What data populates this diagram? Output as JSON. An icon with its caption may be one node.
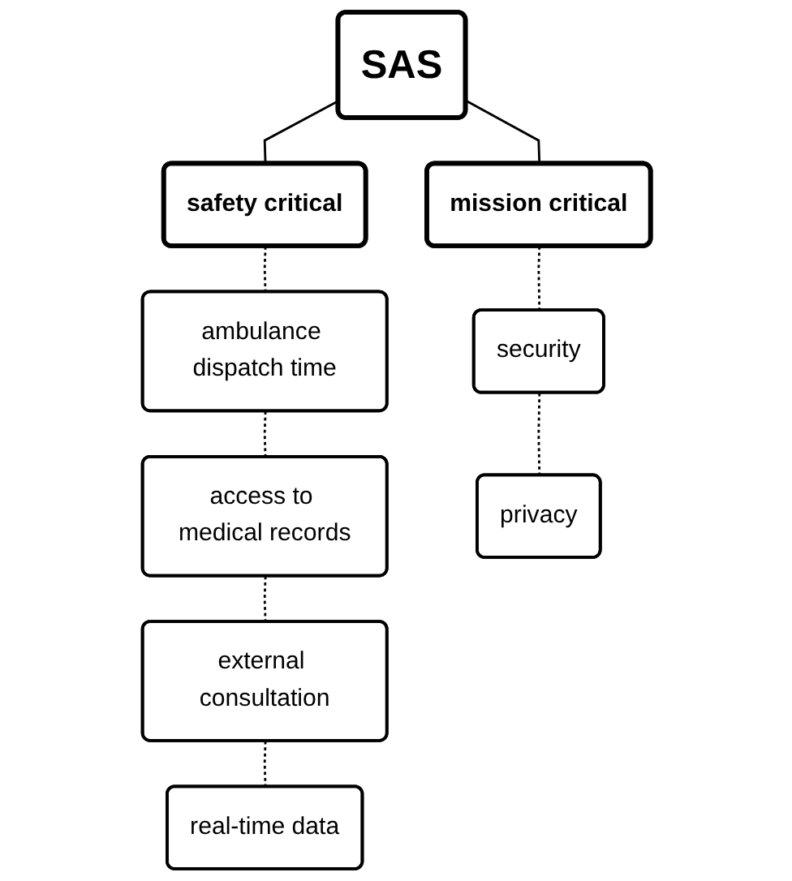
{
  "diagram": {
    "nodes": [
      {
        "text": [
          "SAS"
        ]
      },
      {
        "text": [
          "safety critical"
        ]
      },
      {
        "text": [
          "mission critical"
        ]
      },
      {
        "text": [
          "ambulance dispatch time"
        ]
      },
      {
        "text": [
          "access to medical records"
        ]
      },
      {
        "text": [
          "external consultation"
        ]
      },
      {
        "text": [
          "real-time data"
        ]
      },
      {
        "text": [
          "security"
        ]
      },
      {
        "text": [
          "privacy"
        ]
      }
    ],
    "edges": [
      {
        "from": 0,
        "to": 1,
        "arrow": "none"
      },
      {
        "from": 0,
        "to": 2,
        "arrow": "none"
      },
      {
        "from": 1,
        "to": 3,
        "arrow": "none",
        "style": "dashed"
      },
      {
        "from": 3,
        "to": 4,
        "arrow": "none",
        "style": "dashed"
      },
      {
        "from": 4,
        "to": 5,
        "arrow": "none",
        "style": "dashed"
      },
      {
        "from": 5,
        "to": 6,
        "arrow": "none",
        "style": "dashed"
      },
      {
        "from": 2,
        "to": 7,
        "arrow": "none",
        "style": "dashed"
      },
      {
        "from": 7,
        "to": 8,
        "arrow": "none",
        "style": "dashed"
      }
    ]
  }
}
